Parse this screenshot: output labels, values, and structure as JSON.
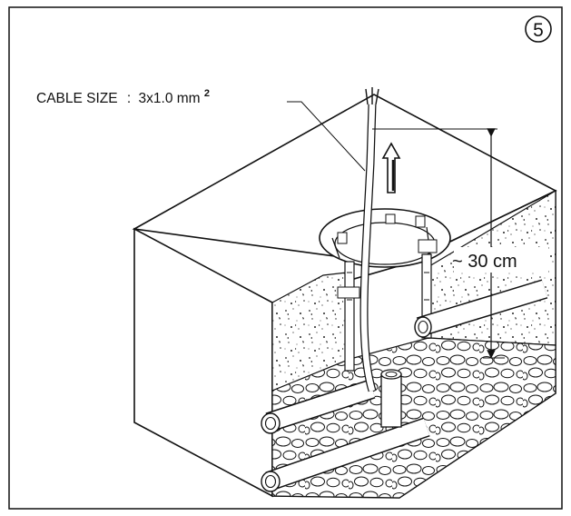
{
  "step": {
    "number": "5"
  },
  "callouts": {
    "cable_size_label": "CABLE SIZE",
    "cable_size_sep": ":",
    "cable_size_value": "3x1.0 mm",
    "cable_size_sup": "2",
    "depth_label": "~ 30 cm"
  },
  "colors": {
    "line": "#111111",
    "background": "#ffffff"
  }
}
